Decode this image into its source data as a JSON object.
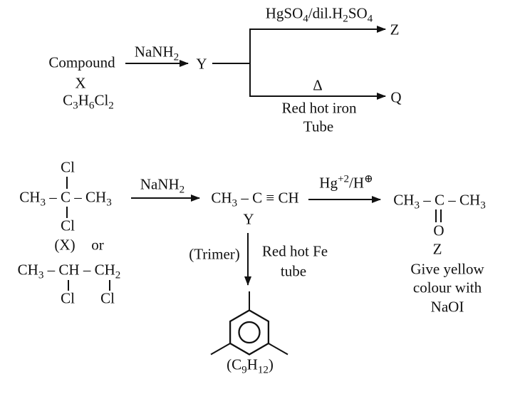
{
  "colors": {
    "ink": "#111111",
    "background": "#ffffff"
  },
  "top_scheme": {
    "reactant": {
      "name": "Compound",
      "letter": "X",
      "formula": "C~3~H~6~Cl~2~"
    },
    "step1_reagent": "NaNH~2~",
    "intermediate": "Y",
    "branch_top": {
      "reagent": "HgSO~4~/dil.H~2~SO~4~",
      "product": "Z"
    },
    "branch_bottom": {
      "reagent": "Δ",
      "condition_line1": "Red hot iron",
      "condition_line2": "Tube",
      "product": "Q"
    }
  },
  "bottom_scheme": {
    "structure1": {
      "cl_top": "Cl",
      "backbone": "CH~3~ – C – CH~3~",
      "cl_bottom": "Cl"
    },
    "label_x": "(X)",
    "label_or": "or",
    "structure2": {
      "backbone": "CH~3~ – CH – CH~2~",
      "cl_left": "Cl",
      "cl_right": "Cl"
    },
    "step_reagent": "NaNH~2~",
    "intermediate": {
      "formula": "CH~3~ – C ≡ CH",
      "letter": "Y"
    },
    "hydration_reagent": "Hg^+2^/H^⊕^",
    "ketone": {
      "backbone": "CH~3~ – C – CH~3~",
      "oxygen": "O",
      "letter": "Z",
      "note_line1": "Give yellow",
      "note_line2": "colour with",
      "note_line3": "NaOI"
    },
    "trimerisation": {
      "label": "(Trimer)",
      "condition_line1": "Red hot Fe",
      "condition_line2": "tube"
    },
    "trimer_product_formula": "(C~9~H~12~)"
  }
}
